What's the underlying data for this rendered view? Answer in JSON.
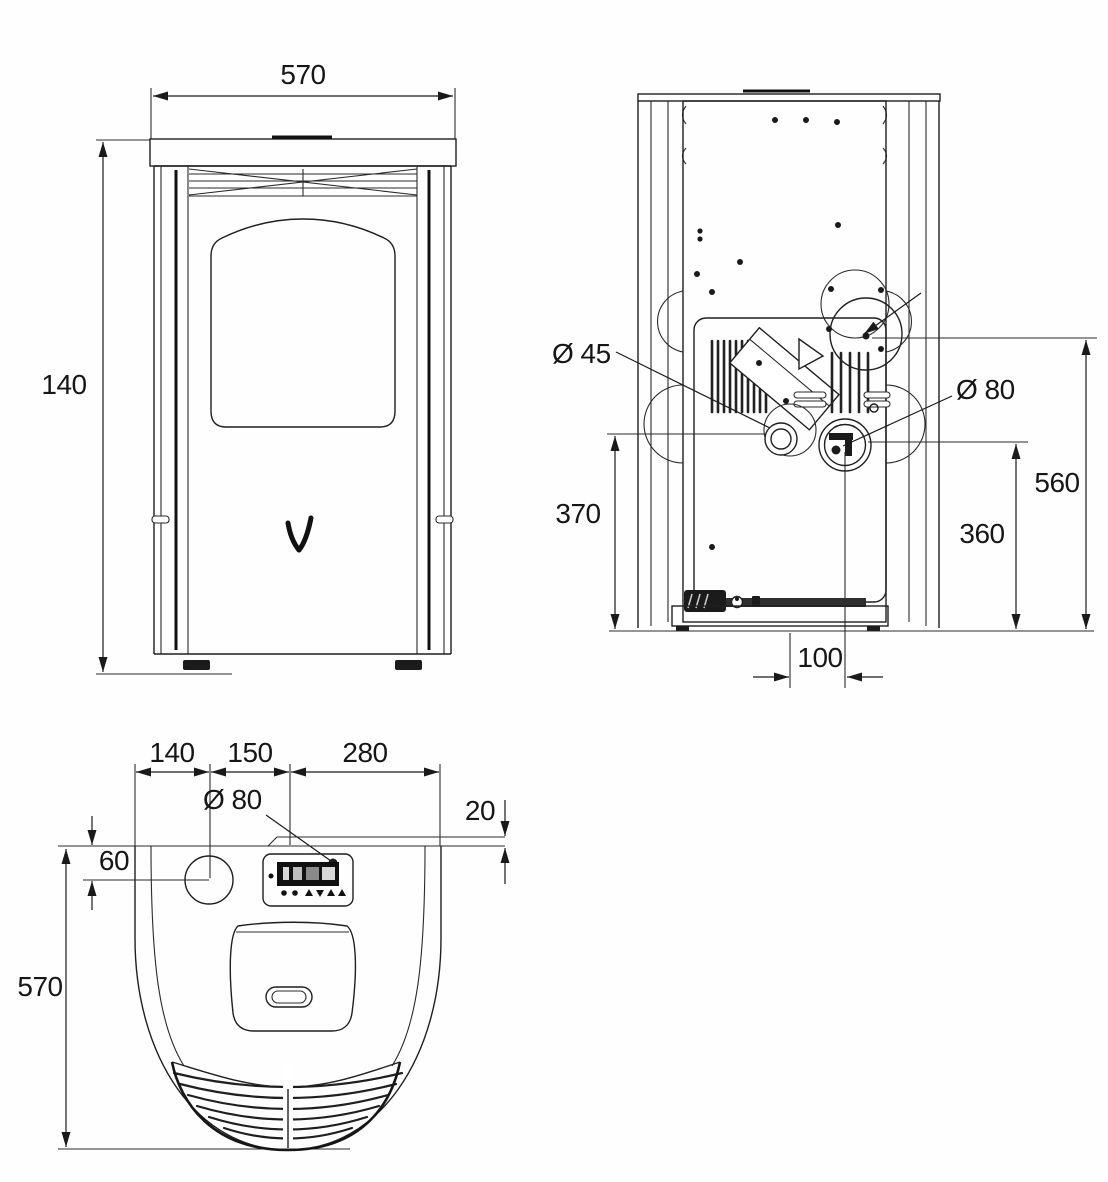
{
  "drawing": {
    "front_view": {
      "width_label": "570",
      "height_label": "140"
    },
    "rear_view": {
      "small_flue_label": "Ø 45",
      "large_flue_label": "Ø 80",
      "left_height_label": "370",
      "total_height_label": "560",
      "flue_height_label": "360",
      "flue_offset_label": "100"
    },
    "top_view": {
      "segment_left_label": "140",
      "segment_mid_label": "150",
      "segment_right_label": "280",
      "flue_label": "Ø 80",
      "overhang_label": "20",
      "flue_inset_label": "60",
      "depth_label": "570"
    }
  }
}
